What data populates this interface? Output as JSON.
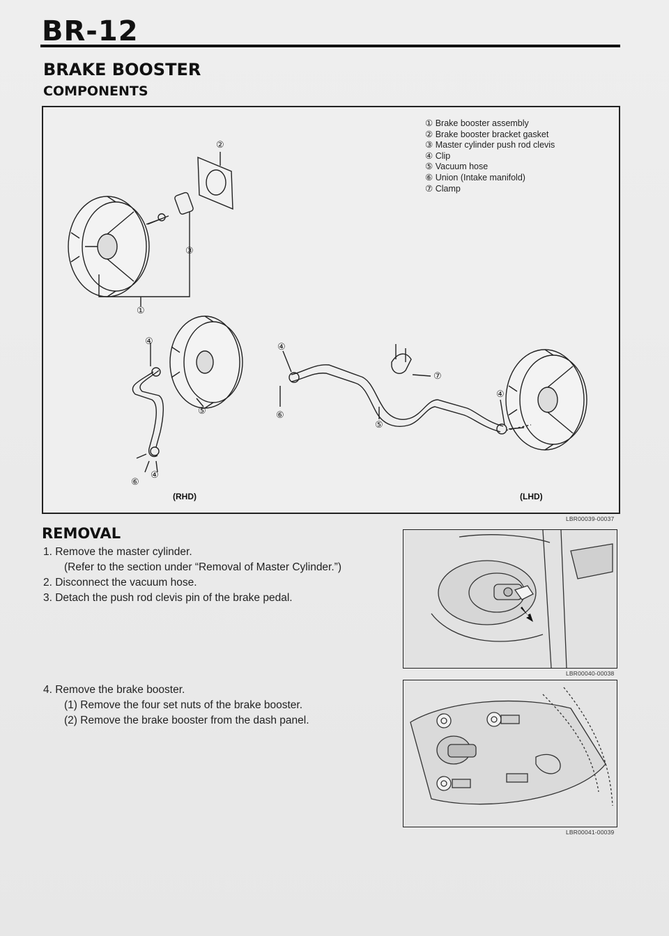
{
  "header": {
    "page_id": "BR-12"
  },
  "section": {
    "title": "BRAKE BOOSTER",
    "subtitle": "COMPONENTS"
  },
  "legend": [
    {
      "num": "①",
      "label": "Brake booster assembly"
    },
    {
      "num": "②",
      "label": "Brake booster bracket gasket"
    },
    {
      "num": "③",
      "label": "Master cylinder push rod clevis"
    },
    {
      "num": "④",
      "label": "Clip"
    },
    {
      "num": "⑤",
      "label": "Vacuum hose"
    },
    {
      "num": "⑥",
      "label": "Union (Intake manifold)"
    },
    {
      "num": "⑦",
      "label": "Clamp"
    }
  ],
  "figure": {
    "rhd_label": "(RHD)",
    "lhd_label": "(LHD)",
    "code": "LBR00039-00037",
    "callouts": {
      "c1": "①",
      "c2": "②",
      "c3": "③",
      "c4": "④",
      "c5": "⑤",
      "c6": "⑥",
      "c7": "⑦"
    }
  },
  "removal": {
    "title": "REMOVAL",
    "step1": "1.  Remove the master cylinder.",
    "step1_note": "(Refer to the section under “Removal of Master Cylinder.”)",
    "step2": "2.  Disconnect the vacuum hose.",
    "step3": "3.  Detach the push rod clevis pin of the brake pedal.",
    "step4": "4.  Remove the brake booster.",
    "step4_1": "(1) Remove the four set nuts of the brake booster.",
    "step4_2": "(2) Remove the brake booster from the dash panel.",
    "photo1_code": "LBR00040-00038",
    "photo2_code": "LBR00041-00039"
  }
}
